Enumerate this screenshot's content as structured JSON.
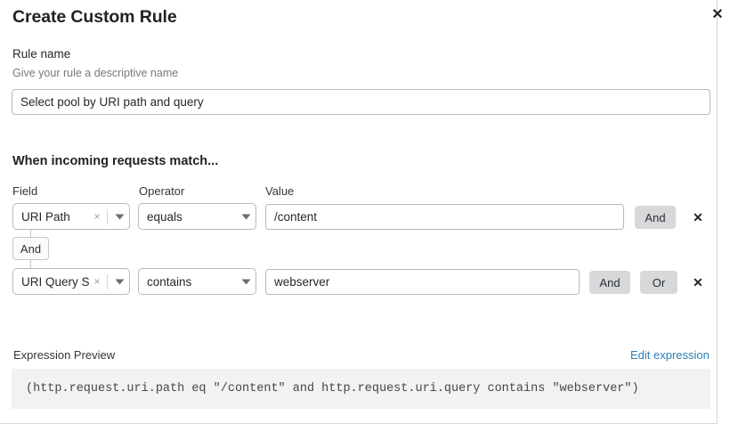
{
  "dialog": {
    "title": "Create Custom Rule",
    "close_icon": "close-icon",
    "close_glyph": "✕"
  },
  "rule_name": {
    "label": "Rule name",
    "sublabel": "Give your rule a descriptive name",
    "value": "Select pool by URI path and query",
    "placeholder": "Select pool by URI path and query"
  },
  "conditions": {
    "heading": "When incoming requests match...",
    "columns": {
      "field": "Field",
      "operator": "Operator",
      "value": "Value"
    },
    "rows": [
      {
        "field": "URI Path",
        "clear_glyph": "×",
        "operator": "equals",
        "value": "/content",
        "logic_buttons": [
          "And"
        ],
        "delete_glyph": "✕"
      },
      {
        "field": "URI Query St...",
        "clear_glyph": "×",
        "operator": "contains",
        "value": "webserver",
        "logic_buttons": [
          "And",
          "Or"
        ],
        "delete_glyph": "✕"
      }
    ],
    "connector": "And"
  },
  "preview": {
    "label": "Expression Preview",
    "edit_link": "Edit expression",
    "expression": "(http.request.uri.path eq \"/content\" and http.request.uri.query contains \"webserver\")"
  },
  "colors": {
    "link": "#2f7eb4",
    "logic_button_bg": "#d6d8da",
    "expression_bg": "#f2f2f2",
    "border": "#b6b9bc"
  }
}
